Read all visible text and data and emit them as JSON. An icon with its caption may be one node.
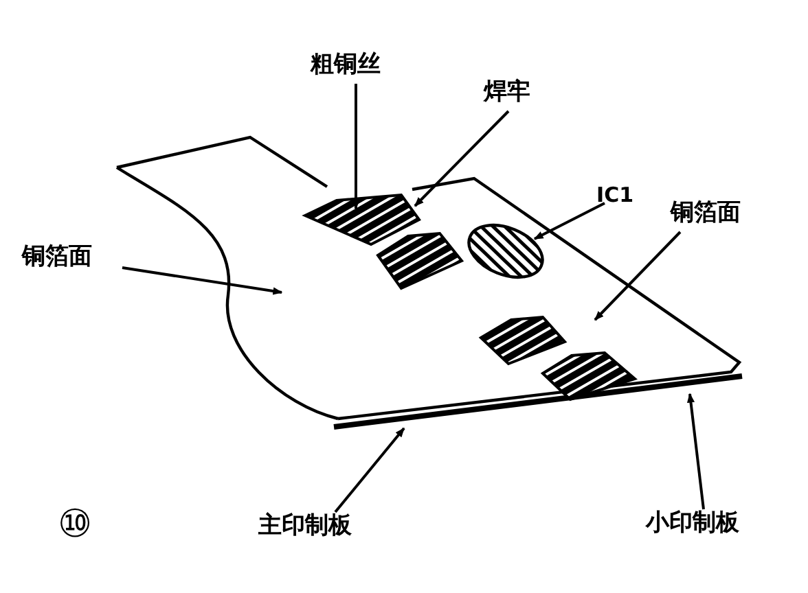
{
  "diagram": {
    "nodes": [
      {
        "text": [
          "粗铜丝"
        ]
      },
      {
        "text": [
          "焊牢"
        ]
      },
      {
        "text": [
          "IC1"
        ]
      },
      {
        "text": [
          "铜箔面"
        ]
      },
      {
        "text": [
          "铜箔面"
        ]
      },
      {
        "text": [
          "主印制板"
        ]
      },
      {
        "text": [
          "小印制板"
        ]
      },
      {
        "text": [],
        "shape": "ellipse"
      }
    ],
    "edges": [
      {
        "from": 0,
        "to": null,
        "arrow": "to"
      },
      {
        "from": 1,
        "to": null,
        "arrow": "to"
      },
      {
        "from": 2,
        "to": 7,
        "arrow": "to"
      },
      {
        "from": 3,
        "to": null,
        "arrow": "to"
      },
      {
        "from": 4,
        "to": null,
        "arrow": "to"
      },
      {
        "from": 5,
        "to": null,
        "arrow": "to"
      },
      {
        "from": 6,
        "to": null,
        "arrow": "to"
      }
    ],
    "labels": [
      "⑩"
    ]
  }
}
